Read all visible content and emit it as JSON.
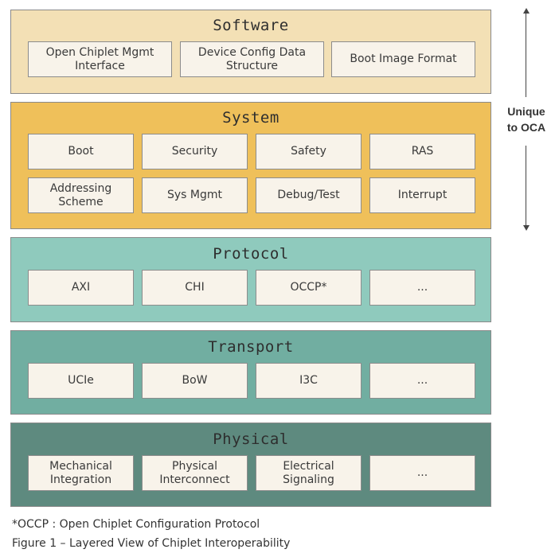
{
  "layers": {
    "software": {
      "title": "Software",
      "items": [
        "Open Chiplet Mgmt\nInterface",
        "Device Config Data\nStructure",
        "Boot Image Format"
      ]
    },
    "system": {
      "title": "System",
      "items": [
        "Boot",
        "Security",
        "Safety",
        "RAS",
        "Addressing\nScheme",
        "Sys Mgmt",
        "Debug/Test",
        "Interrupt"
      ]
    },
    "protocol": {
      "title": "Protocol",
      "items": [
        "AXI",
        "CHI",
        "OCCP*",
        "..."
      ]
    },
    "transport": {
      "title": "Transport",
      "items": [
        "UCIe",
        "BoW",
        "I3C",
        "..."
      ]
    },
    "physical": {
      "title": "Physical",
      "items": [
        "Mechanical\nIntegration",
        "Physical\nInterconnect",
        "Electrical\nSignaling",
        "..."
      ]
    }
  },
  "side_label": "Unique\nto OCA",
  "footnote": "*OCCP : Open Chiplet Configuration Protocol",
  "caption": "Figure 1 – Layered View of Chiplet Interoperability"
}
